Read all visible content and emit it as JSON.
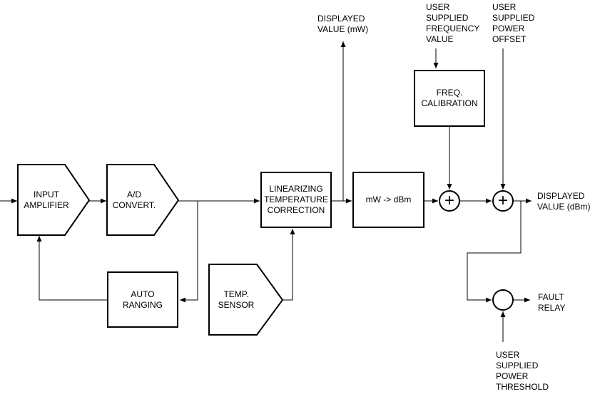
{
  "colors": {
    "background": "#ffffff",
    "line": "#000000",
    "text": "#000000"
  },
  "blocks": {
    "input_amplifier": "INPUT\nAMPLIFIER",
    "ad_converter": "A/D\nCONVERT.",
    "auto_ranging": "AUTO\nRANGING",
    "temp_sensor": "TEMP.\nSENSOR",
    "linearizing_temperature_correction": "LINEARIZING\nTEMPERATURE\nCORRECTION",
    "mw_to_dbm": "mW -> dBm",
    "freq_calibration": "FREQ.\nCALIBRATION"
  },
  "labels": {
    "displayed_value_mw": "DISPLAYED\nVALUE (mW)",
    "user_supplied_frequency_value": "USER\nSUPPLIED\nFREQUENCY\nVALUE",
    "user_supplied_power_offset": "USER\nSUPPLIED\nPOWER\nOFFSET",
    "displayed_value_dbm": "DISPLAYED\nVALUE (dBm)",
    "fault_relay": "FAULT\nRELAY",
    "user_supplied_power_threshold": "USER\nSUPPLIED\nPOWER\nTHRESHOLD"
  },
  "icons": {
    "summing_junction": "+"
  }
}
